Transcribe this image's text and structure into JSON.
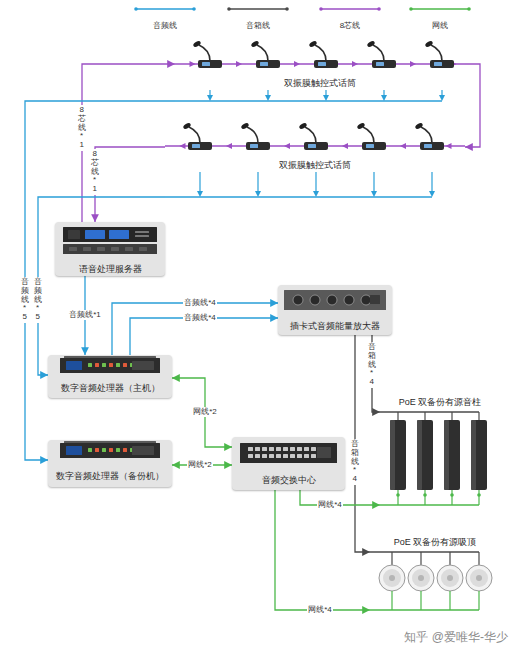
{
  "diagram": {
    "nodes": [
      {
        "text": [
          "双振膜触控式话筒"
        ]
      },
      {
        "text": [
          "双振膜触控式话筒"
        ]
      },
      {
        "text": [
          "语音处理服务器"
        ]
      },
      {
        "text": [
          "插卡式音频能量放大器"
        ]
      },
      {
        "text": [
          "数字音频处理器（主机）"
        ]
      },
      {
        "text": [
          "数字音频处理器（备份机）"
        ]
      },
      {
        "text": [
          "音频交换中心"
        ]
      },
      {
        "text": [
          "PoE 双备份有源音柱"
        ]
      },
      {
        "text": [
          "PoE 双备份有源吸顶"
        ]
      }
    ],
    "edges": [
      {
        "from": 2,
        "to": 0,
        "label": "8芯线*1",
        "arrow": "to"
      },
      {
        "from": 0,
        "to": 1,
        "arrow": "to"
      },
      {
        "from": 1,
        "to": 2,
        "label": "8芯线*1",
        "arrow": "to"
      },
      {
        "from": 0,
        "to": 5,
        "label": "音频线*5",
        "arrow": "to"
      },
      {
        "from": 1,
        "to": 4,
        "label": "音频线*5",
        "arrow": "to"
      },
      {
        "from": 2,
        "to": 4,
        "label": "音频线*1",
        "arrow": "to"
      },
      {
        "from": 4,
        "to": 3,
        "label": "音频线*4",
        "arrow": "to"
      },
      {
        "from": 4,
        "to": 3,
        "label": "音频线*4",
        "arrow": "to"
      },
      {
        "from": 4,
        "to": 6,
        "label": "网线*2",
        "arrow": "both"
      },
      {
        "from": 5,
        "to": 6,
        "label": "网线*2",
        "arrow": "both"
      },
      {
        "from": 3,
        "to": 7,
        "label": "音箱线*4",
        "arrow": "to"
      },
      {
        "from": 3,
        "to": 8,
        "label": "音箱线*4",
        "arrow": "to"
      },
      {
        "from": 6,
        "to": 7,
        "label": "网线*4",
        "arrow": "to"
      },
      {
        "from": 6,
        "to": 8,
        "label": "网线*4",
        "arrow": "to"
      }
    ],
    "labels": [
      "知乎 @爱唯华-华少"
    ],
    "legend": [
      {
        "text": "音频线"
      },
      {
        "text": "音箱线"
      },
      {
        "text": "8芯线"
      },
      {
        "text": "网线"
      }
    ]
  }
}
